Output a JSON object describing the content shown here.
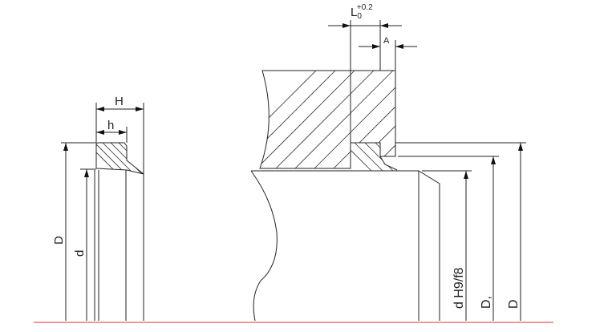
{
  "labels": {
    "H": "H",
    "h": "h",
    "D_left": "D",
    "d_left": "d",
    "L_main": "L",
    "L_sub": "0",
    "L_sup": "+0.2",
    "A": "A",
    "d_fit": "d H9/f8",
    "D_prime": "D,",
    "D_right": "D"
  },
  "colors": {
    "baseline": "#e03030",
    "lines": "#222222"
  }
}
